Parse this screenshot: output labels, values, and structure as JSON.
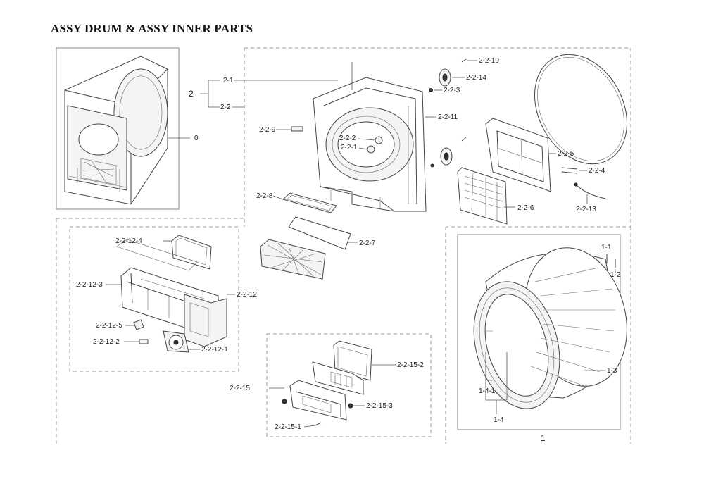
{
  "title": "ASSY DRUM & ASSY INNER PARTS",
  "labels": {
    "n0": "0",
    "n1": "1",
    "n1_1": "1-1",
    "n1_2": "1-2",
    "n1_3": "1-3",
    "n1_4": "1-4",
    "n1_4_1": "1-4-1",
    "n2": "2",
    "n2_1": "2-1",
    "n2_2": "2-2",
    "n2_2_1": "2-2-1",
    "n2_2_2": "2-2-2",
    "n2_2_3": "2-2-3",
    "n2_2_4": "2-2-4",
    "n2_2_5": "2-2-5",
    "n2_2_6": "2-2-6",
    "n2_2_7": "2-2-7",
    "n2_2_8": "2-2-8",
    "n2_2_9": "2-2-9",
    "n2_2_10": "2-2-10",
    "n2_2_11": "2-2-11",
    "n2_2_12": "2-2-12",
    "n2_2_12_1": "2-2-12-1",
    "n2_2_12_2": "2-2-12-2",
    "n2_2_12_3": "2-2-12-3",
    "n2_2_12_4": "2-2-12-4",
    "n2_2_12_5": "2-2-12-5",
    "n2_2_13": "2-2-13",
    "n2_2_14": "2-2-14",
    "n2_2_15": "2-2-15",
    "n2_2_15_1": "2-2-15-1",
    "n2_2_15_2": "2-2-15-2",
    "n2_2_15_3": "2-2-15-3"
  }
}
